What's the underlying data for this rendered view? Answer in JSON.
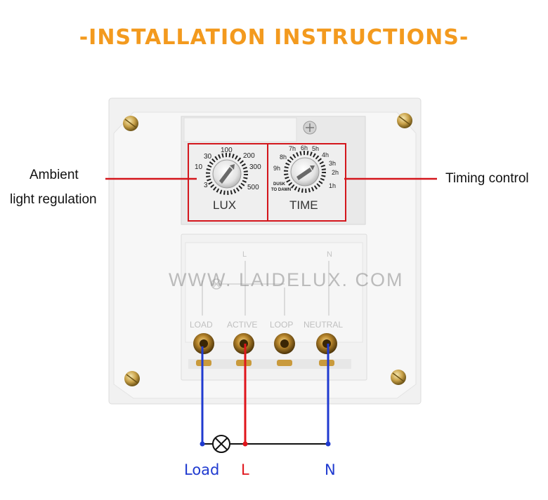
{
  "title": "-INSTALLATION INSTRUCTIONS-",
  "callouts": {
    "ambient_line1": "Ambient",
    "ambient_line2": "light regulation",
    "timing": "Timing control"
  },
  "lux_dial": {
    "label": "LUX",
    "scale": [
      "3",
      "10",
      "30",
      "100",
      "200",
      "300",
      "500"
    ]
  },
  "time_dial": {
    "label": "TIME",
    "scale": [
      "7h",
      "6h",
      "5h",
      "8h",
      "4h",
      "9h",
      "3h",
      "2h",
      "1h"
    ],
    "dusk_line1": "DUSK",
    "dusk_line2": "TO DAWN"
  },
  "terminals": {
    "top_l": "L",
    "top_n": "N",
    "labels": [
      "LOAD",
      "ACTIVE",
      "LOOP",
      "NEUTRAL"
    ]
  },
  "watermark": "WWW. LAIDELUX. COM",
  "wiring": {
    "load": "Load",
    "l": "L",
    "n": "N"
  },
  "colors": {
    "title": "#f39a1e",
    "red_wire": "#e0141b",
    "blue_wire": "#1f3ad0",
    "highlight_box": "#d4161c"
  }
}
